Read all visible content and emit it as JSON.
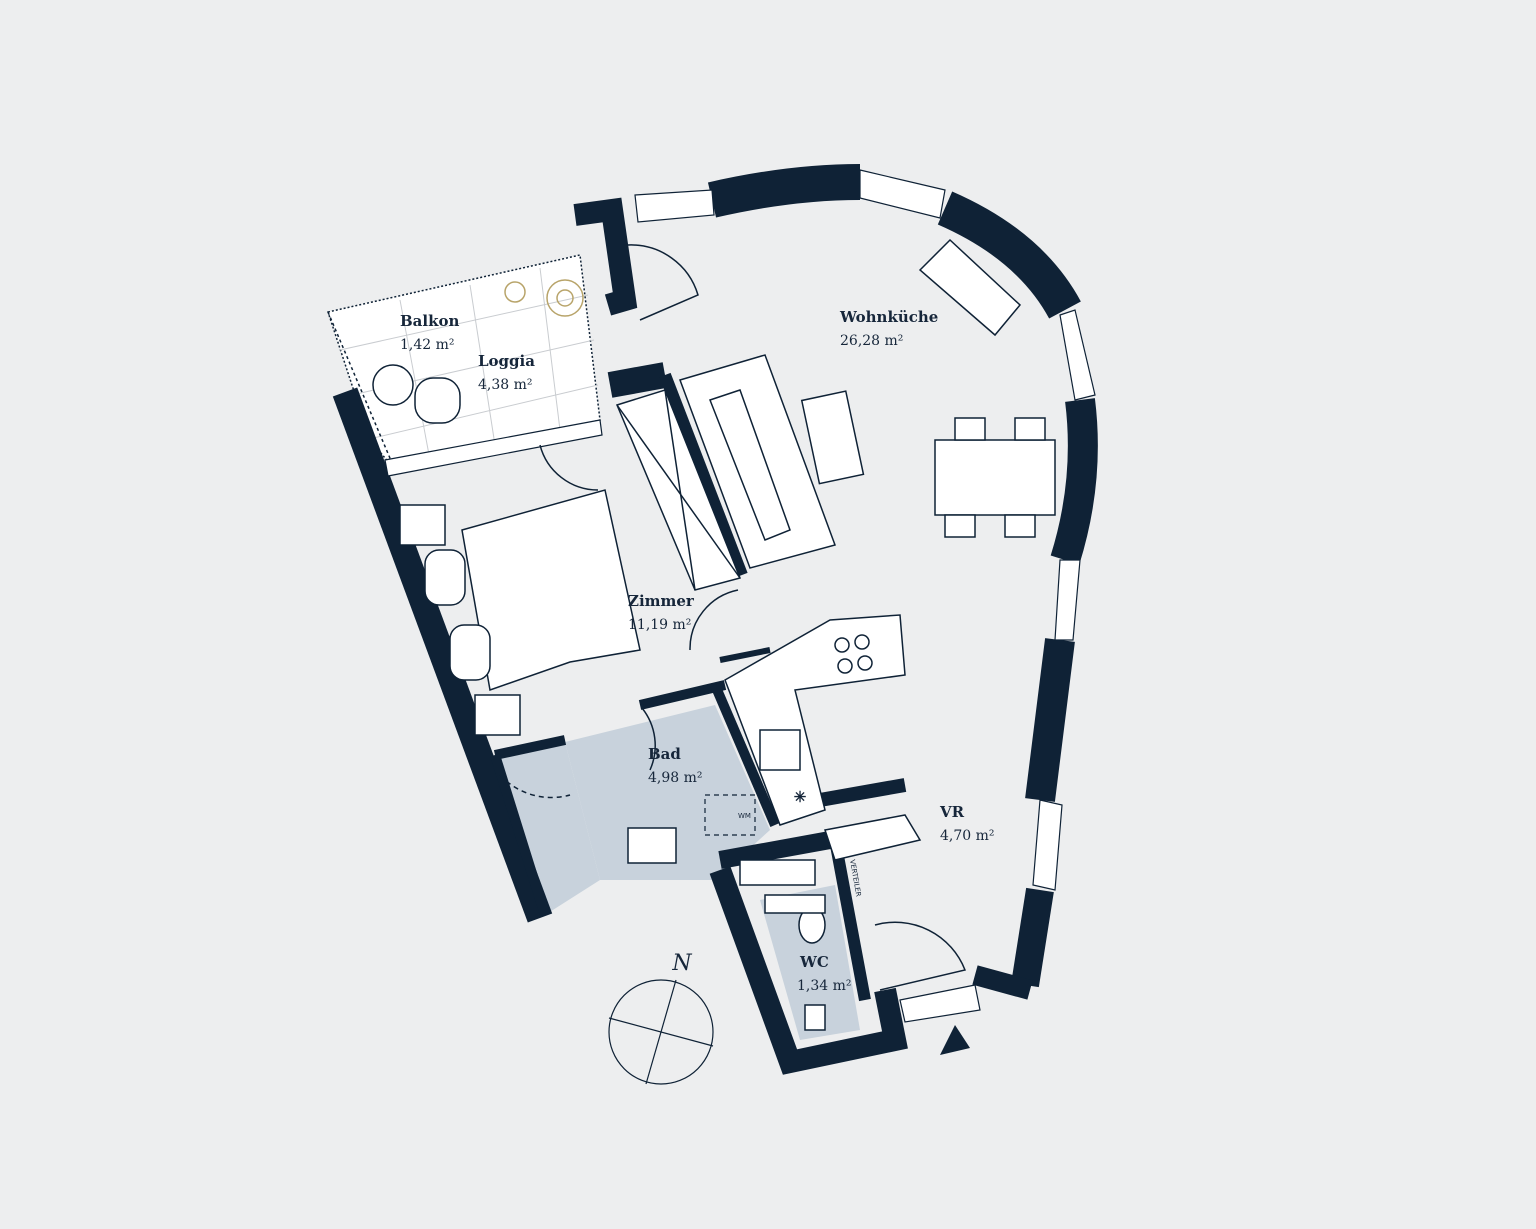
{
  "colors": {
    "background": "#edeeef",
    "wall": "#0f2236",
    "wet_room": "#c8d2dc",
    "outdoor": "#ffffff"
  },
  "rooms": [
    {
      "name": "Balkon",
      "area": "1,42 m²"
    },
    {
      "name": "Loggia",
      "area": "4,38 m²"
    },
    {
      "name": "Wohnküche",
      "area": "26,28 m²"
    },
    {
      "name": "Zimmer",
      "area": "11,19 m²"
    },
    {
      "name": "Bad",
      "area": "4,98 m²"
    },
    {
      "name": "VR",
      "area": "4,70 m²"
    },
    {
      "name": "WC",
      "area": "1,34 m²"
    }
  ],
  "fixtures": {
    "washing_machine": "WM",
    "distributor": "VERTEILER"
  },
  "compass": {
    "north": "N"
  }
}
